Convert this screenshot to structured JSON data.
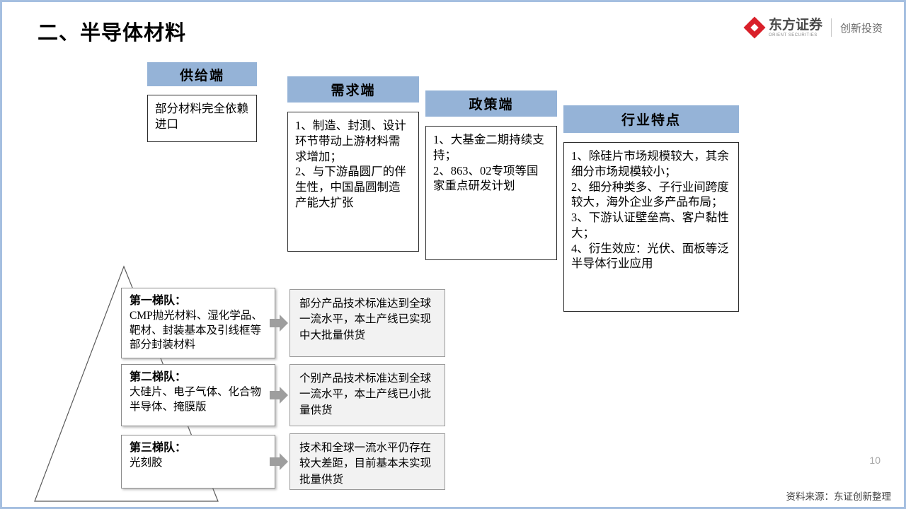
{
  "slide": {
    "title": "二、半导体材料",
    "page_number": "10",
    "source_note": "资料来源：东证创新整理",
    "accent_color": "#95b3d7",
    "frame_color": "#a5bfe0",
    "logo_red": "#d9202a"
  },
  "logo": {
    "mark_name": "orient-securities-diamond-logo",
    "name_cn": "东方证券",
    "name_en": "ORIENT SECURITIES",
    "tagline": "创新投资"
  },
  "flow": [
    {
      "key": "supply",
      "header": "供给端",
      "body": "部分材料完全依赖进口"
    },
    {
      "key": "demand",
      "header": "需求端",
      "body": "1、制造、封测、设计环节带动上游材料需求增加；\n2、与下游晶圆厂的伴生性，中国晶圆制造产能大扩张"
    },
    {
      "key": "policy",
      "header": "政策端",
      "body": "1、大基金二期持续支持；\n2、863、02专项等国家重点研发计划"
    },
    {
      "key": "industry",
      "header": "行业特点",
      "body": "1、除硅片市场规模较大，其余细分市场规模较小；\n2、细分种类多、子行业间跨度较大，海外企业多产品布局；\n3、下游认证壁垒高、客户黏性大；\n4、衍生效应：光伏、面板等泛半导体行业应用"
    }
  ],
  "tiers": [
    {
      "key": "tier-1",
      "title": "第一梯队：",
      "text": "CMP抛光材料、湿化学品、靶材、封装基本及引线框等部分封装材料",
      "result": "部分产品技术标准达到全球一流水平，本土产线已实现中大批量供货"
    },
    {
      "key": "tier-2",
      "title": "第二梯队：",
      "text": "大硅片、电子气体、化合物半导体、掩膜版",
      "result": "个别产品技术标准达到全球一流水平，本土产线已小批量供货"
    },
    {
      "key": "tier-3",
      "title": "第三梯队：",
      "text": "光刻胶",
      "result": "技术和全球一流水平仍存在较大差距，目前基本未实现批量供货"
    }
  ]
}
